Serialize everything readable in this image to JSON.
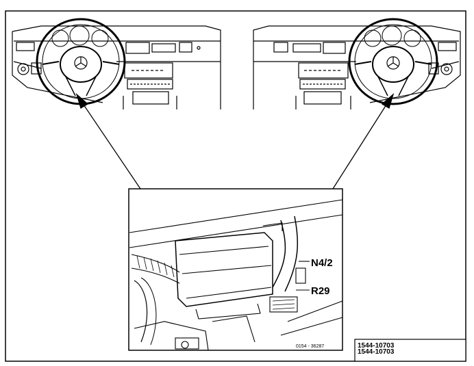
{
  "figure": {
    "callouts": [
      "N4/2",
      "R29"
    ],
    "photo_code": "0154 - 36287",
    "figure_number_top": "1544-10703",
    "figure_number_bottom": "1544-10703"
  },
  "colors": {
    "line": "#000000",
    "background": "#ffffff"
  },
  "icons": {
    "emblem": "three-pointed-star-icon"
  }
}
